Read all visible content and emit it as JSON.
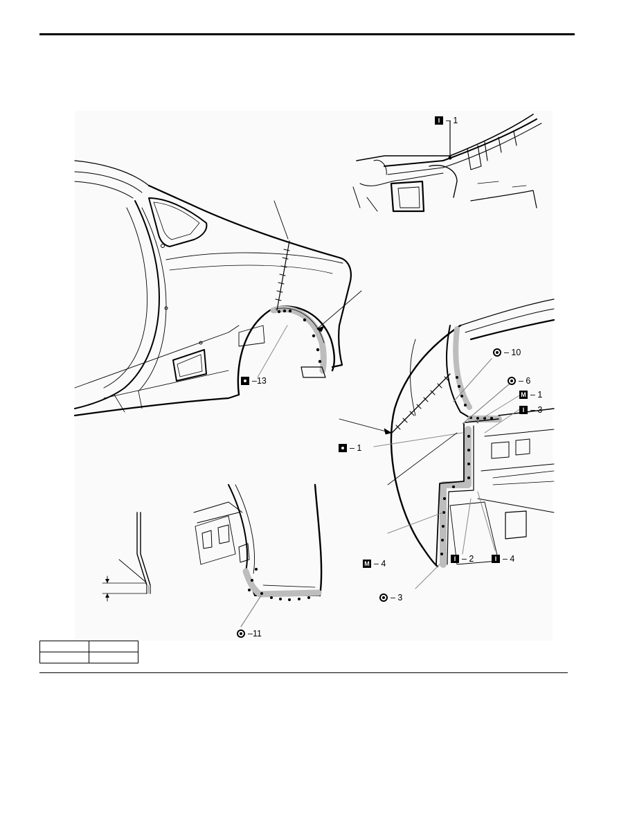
{
  "legend_symbols": {
    "square": "■",
    "spot": "spot-weld-symbol",
    "square_spot": "square-spot-weld-symbol"
  },
  "callouts": [
    {
      "id": "i1",
      "symbol": "I",
      "shape": "square-letter",
      "text": "– 1"
    },
    {
      "id": "o13",
      "symbol": "",
      "shape": "square-spot",
      "text": "–13"
    },
    {
      "id": "o10",
      "symbol": "",
      "shape": "spot",
      "text": "– 10"
    },
    {
      "id": "o6",
      "symbol": "",
      "shape": "spot",
      "text": "– 6"
    },
    {
      "id": "m1",
      "symbol": "M",
      "shape": "square-letter",
      "text": "– 1"
    },
    {
      "id": "i3",
      "symbol": "I",
      "shape": "square-letter",
      "text": "– 3"
    },
    {
      "id": "o1",
      "symbol": "",
      "shape": "square-spot",
      "text": "– 1"
    },
    {
      "id": "m4",
      "symbol": "M",
      "shape": "square-letter",
      "text": "– 4"
    },
    {
      "id": "i2",
      "symbol": "I",
      "shape": "square-letter",
      "text": "– 2"
    },
    {
      "id": "i4",
      "symbol": "I",
      "shape": "square-letter",
      "text": "– 4"
    },
    {
      "id": "o3",
      "symbol": "",
      "shape": "spot",
      "text": "– 3"
    },
    {
      "id": "o11",
      "symbol": "",
      "shape": "spot",
      "text": "–11"
    }
  ],
  "table": {
    "rows": [
      [
        "",
        ""
      ],
      [
        "",
        ""
      ]
    ]
  },
  "colors": {
    "ink": "#000000",
    "weld_fill": "#bdbdbd",
    "paper": "#ffffff"
  }
}
